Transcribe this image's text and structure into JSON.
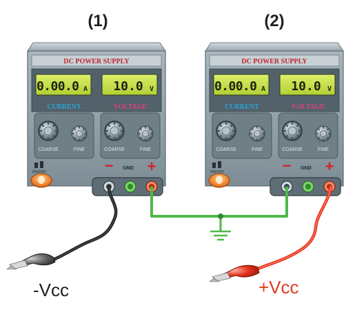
{
  "supplies": [
    {
      "number_label": "(1)",
      "title": "DC POWER SUPPLY",
      "current_display": "0.00.0",
      "current_unit": "A",
      "voltage_display": "10.0",
      "voltage_unit": "V",
      "current_group_label": "CURRENT",
      "voltage_group_label": "VOLTAGE",
      "coarse_label": "COARSE",
      "fine_label": "FINE",
      "onoff_label": "ON/OFF",
      "minus_label": "−",
      "gnd_label": "GND",
      "plus_label": "+"
    },
    {
      "number_label": "(2)",
      "title": "DC POWER SUPPLY",
      "current_display": "0.00.0",
      "current_unit": "A",
      "voltage_display": "10.0",
      "voltage_unit": "V",
      "current_group_label": "CURRENT",
      "voltage_group_label": "VOLTAGE",
      "coarse_label": "COARSE",
      "fine_label": "FINE",
      "onoff_label": "ON/OFF",
      "minus_label": "−",
      "gnd_label": "GND",
      "plus_label": "+"
    }
  ],
  "leads": {
    "negative_label": "-Vcc",
    "positive_label": "+Vcc"
  },
  "colors": {
    "panel": "#8a9aa3",
    "lcd": "#c8e04a",
    "title_red": "#c0272d",
    "current_blue": "#29a3d6",
    "voltage_pink": "#e0407b",
    "ground_wire": "#4fb848",
    "black_lead": "#2b2b2b",
    "red_lead": "#e8351e",
    "onoff_orange": "#f07c1f"
  }
}
